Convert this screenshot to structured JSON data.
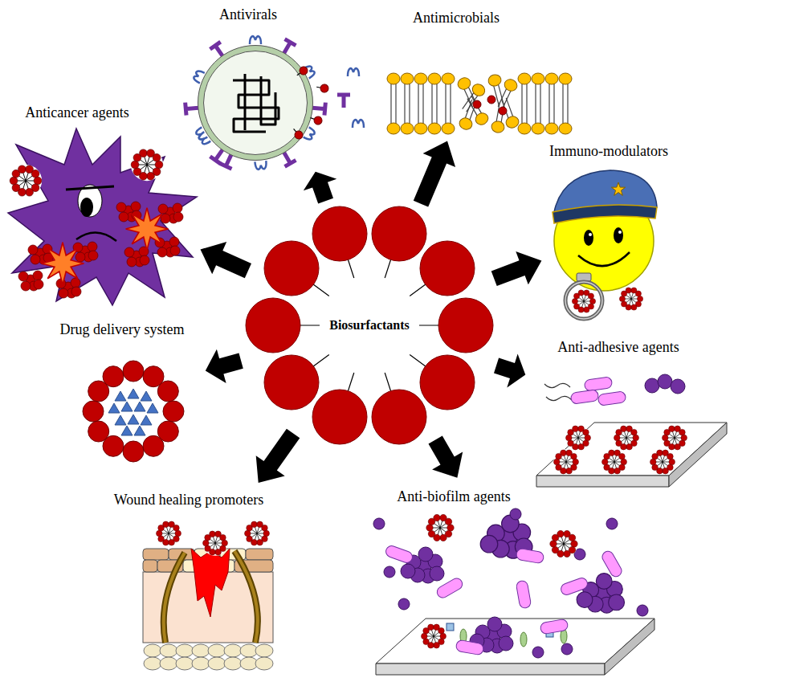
{
  "diagram": {
    "nodes": [
      {
        "text": [
          "Biosurfactants"
        ]
      },
      {
        "text": [
          "Antivirals"
        ]
      },
      {
        "text": [
          "Antimicrobials"
        ]
      },
      {
        "text": [
          "Immuno-modulators"
        ]
      },
      {
        "text": [
          "Anti-adhesive agents"
        ]
      },
      {
        "text": [
          "Anti-biofilm agents"
        ]
      },
      {
        "text": [
          "Wound healing promoters"
        ]
      },
      {
        "text": [
          "Drug delivery system"
        ]
      },
      {
        "text": [
          "Anticancer agents"
        ]
      }
    ],
    "edges": [
      {
        "from": 0,
        "to": 1,
        "arrow": "to"
      },
      {
        "from": 0,
        "to": 2,
        "arrow": "to"
      },
      {
        "from": 0,
        "to": 3,
        "arrow": "to"
      },
      {
        "from": 0,
        "to": 4,
        "arrow": "to"
      },
      {
        "from": 0,
        "to": 5,
        "arrow": "to"
      },
      {
        "from": 0,
        "to": 6,
        "arrow": "to"
      },
      {
        "from": 0,
        "to": 7,
        "arrow": "to"
      },
      {
        "from": 0,
        "to": 8,
        "arrow": "to"
      }
    ]
  }
}
